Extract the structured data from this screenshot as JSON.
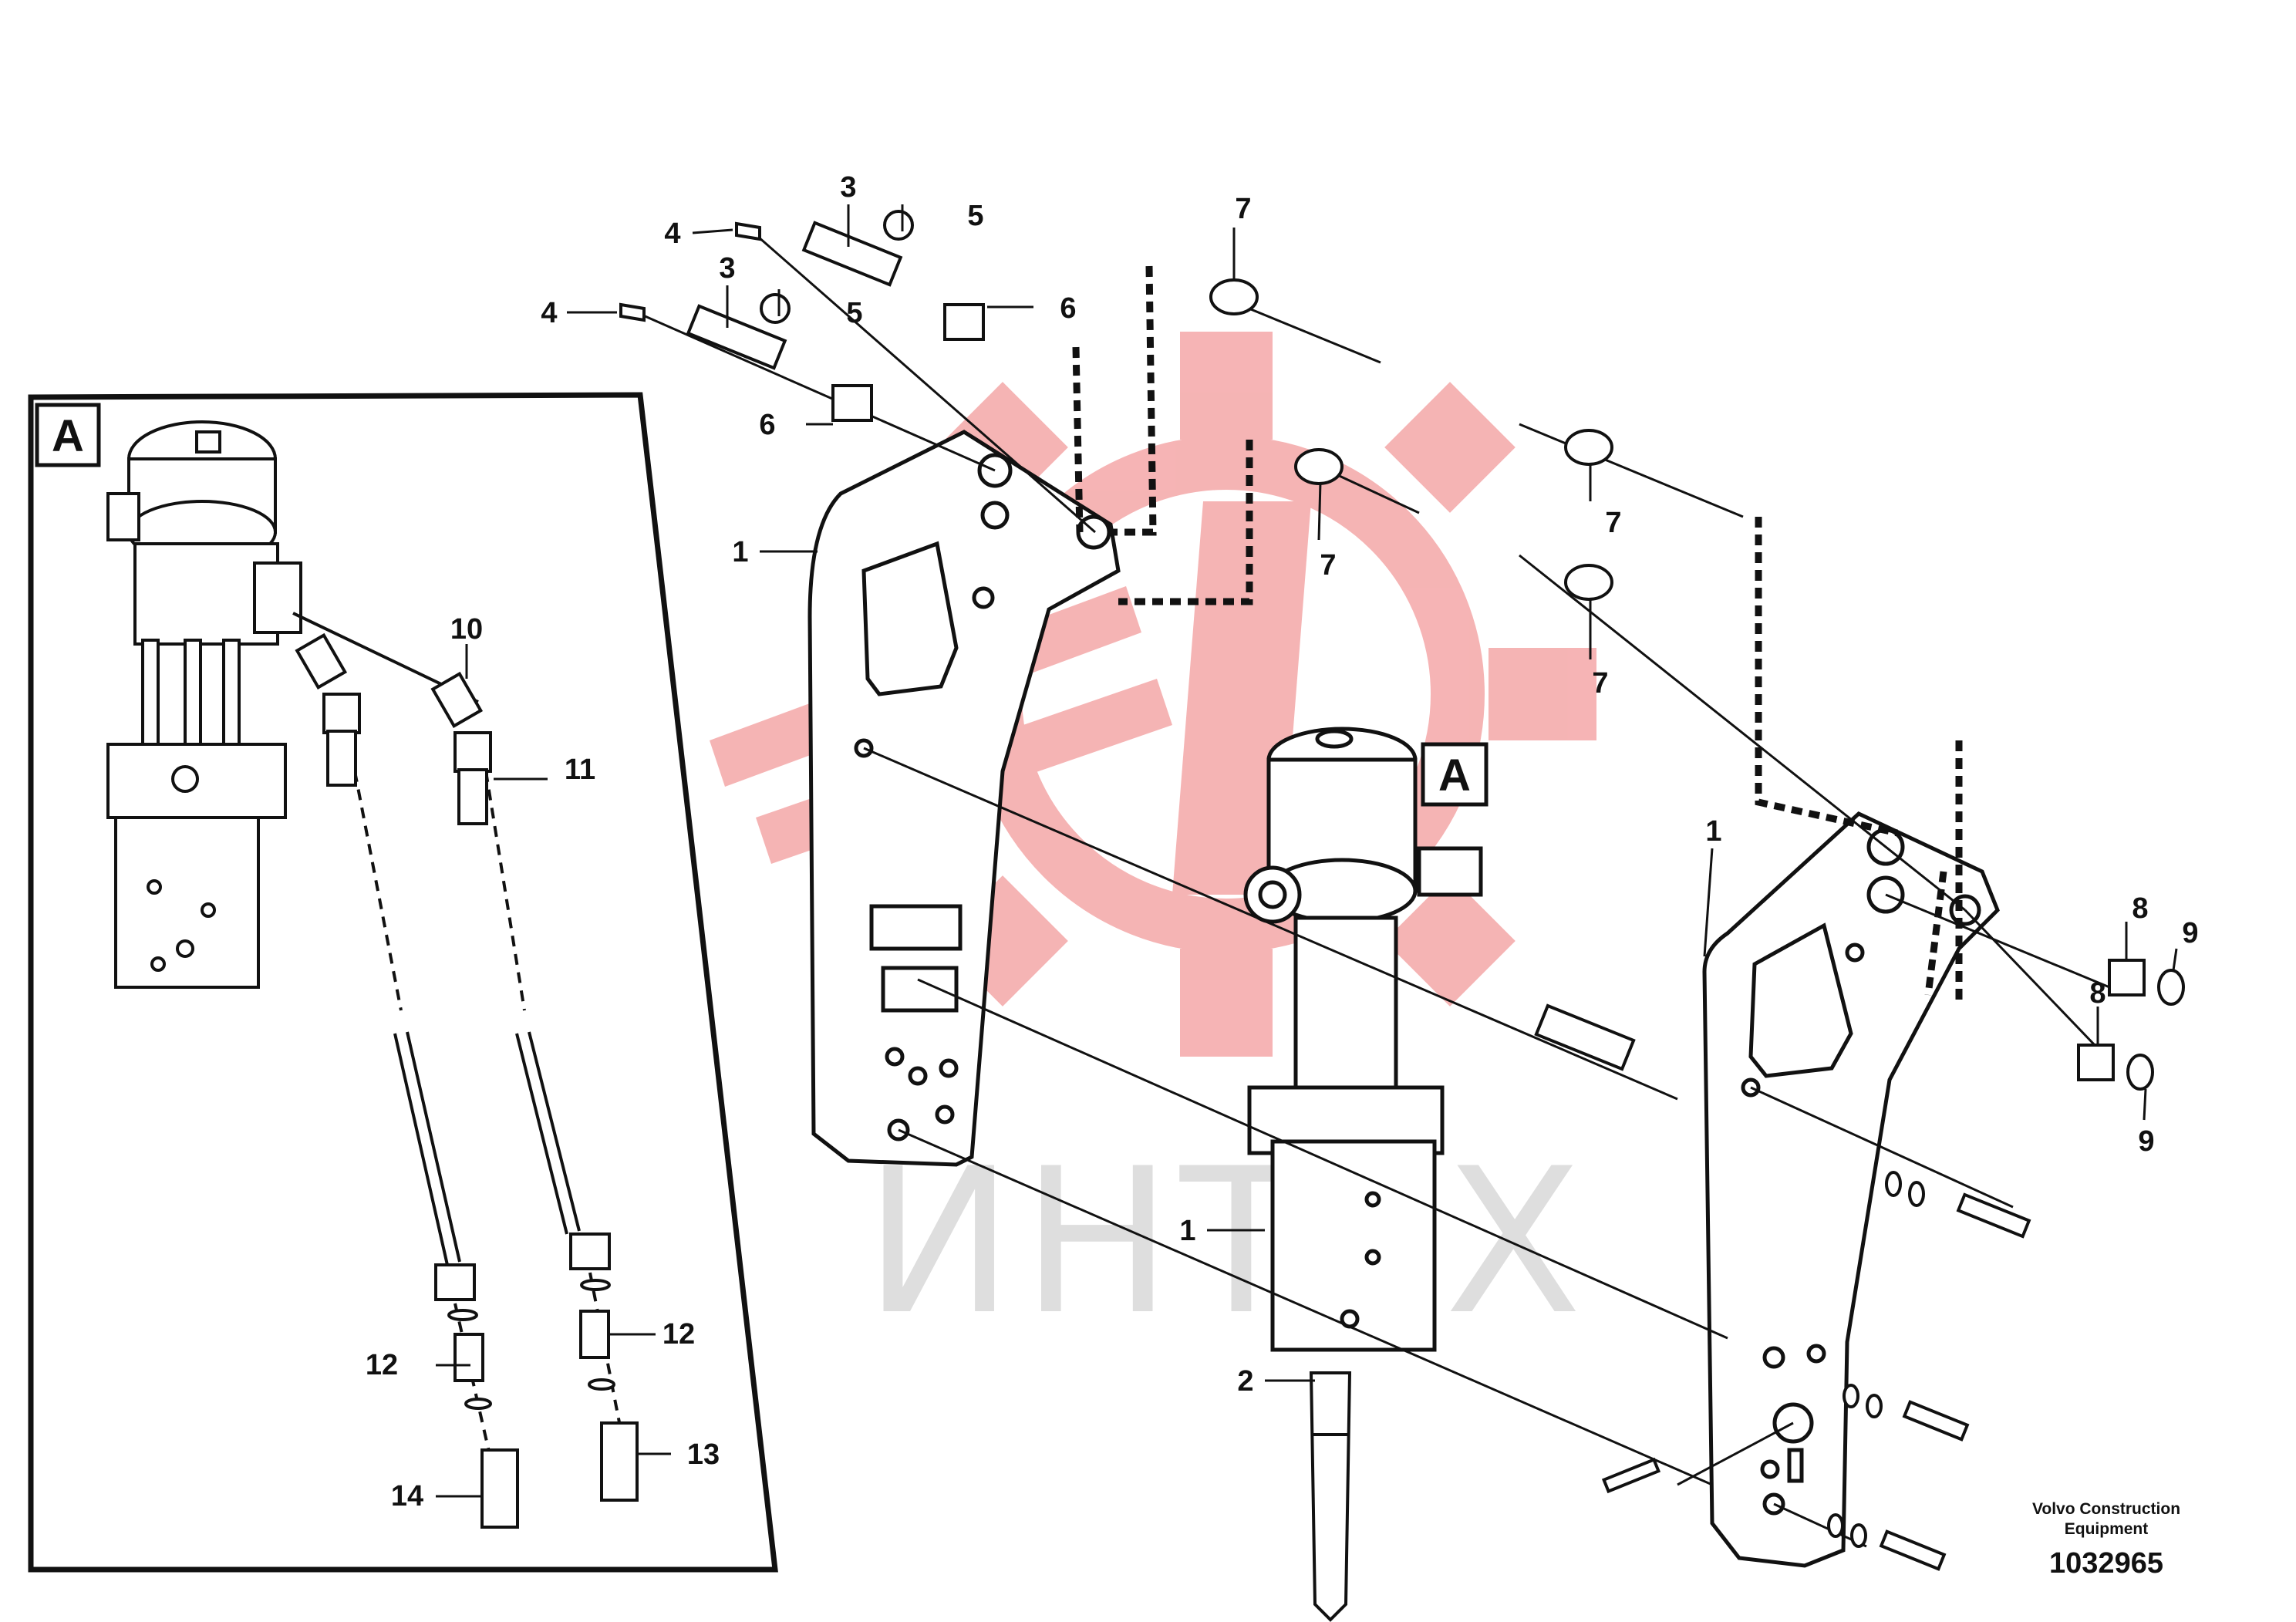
{
  "colors": {
    "line": "#111111",
    "watermark_red": "#f4a7a8",
    "watermark_grey": "#d9d9d9",
    "part_fill": "#ffffff"
  },
  "watermark": {
    "text": "ИНТЕХ"
  },
  "detail": {
    "label": "A",
    "ref_label": "A"
  },
  "callouts": [
    {
      "id": "c1a",
      "text": "1"
    },
    {
      "id": "c1b",
      "text": "1"
    },
    {
      "id": "c1c",
      "text": "1"
    },
    {
      "id": "c2",
      "text": "2"
    },
    {
      "id": "c3a",
      "text": "3"
    },
    {
      "id": "c3b",
      "text": "3"
    },
    {
      "id": "c4a",
      "text": "4"
    },
    {
      "id": "c4b",
      "text": "4"
    },
    {
      "id": "c5a",
      "text": "5"
    },
    {
      "id": "c5b",
      "text": "5"
    },
    {
      "id": "c6a",
      "text": "6"
    },
    {
      "id": "c6b",
      "text": "6"
    },
    {
      "id": "c7a",
      "text": "7"
    },
    {
      "id": "c7b",
      "text": "7"
    },
    {
      "id": "c7c",
      "text": "7"
    },
    {
      "id": "c7d",
      "text": "7"
    },
    {
      "id": "c8a",
      "text": "8"
    },
    {
      "id": "c8b",
      "text": "8"
    },
    {
      "id": "c9a",
      "text": "9"
    },
    {
      "id": "c9b",
      "text": "9"
    },
    {
      "id": "c10",
      "text": "10"
    },
    {
      "id": "c11",
      "text": "11"
    },
    {
      "id": "c12a",
      "text": "12"
    },
    {
      "id": "c12b",
      "text": "12"
    },
    {
      "id": "c13",
      "text": "13"
    },
    {
      "id": "c14",
      "text": "14"
    }
  ],
  "footer": {
    "owner_line1": "Volvo Construction",
    "owner_line2": "Equipment",
    "drawing_number": "1032965"
  }
}
